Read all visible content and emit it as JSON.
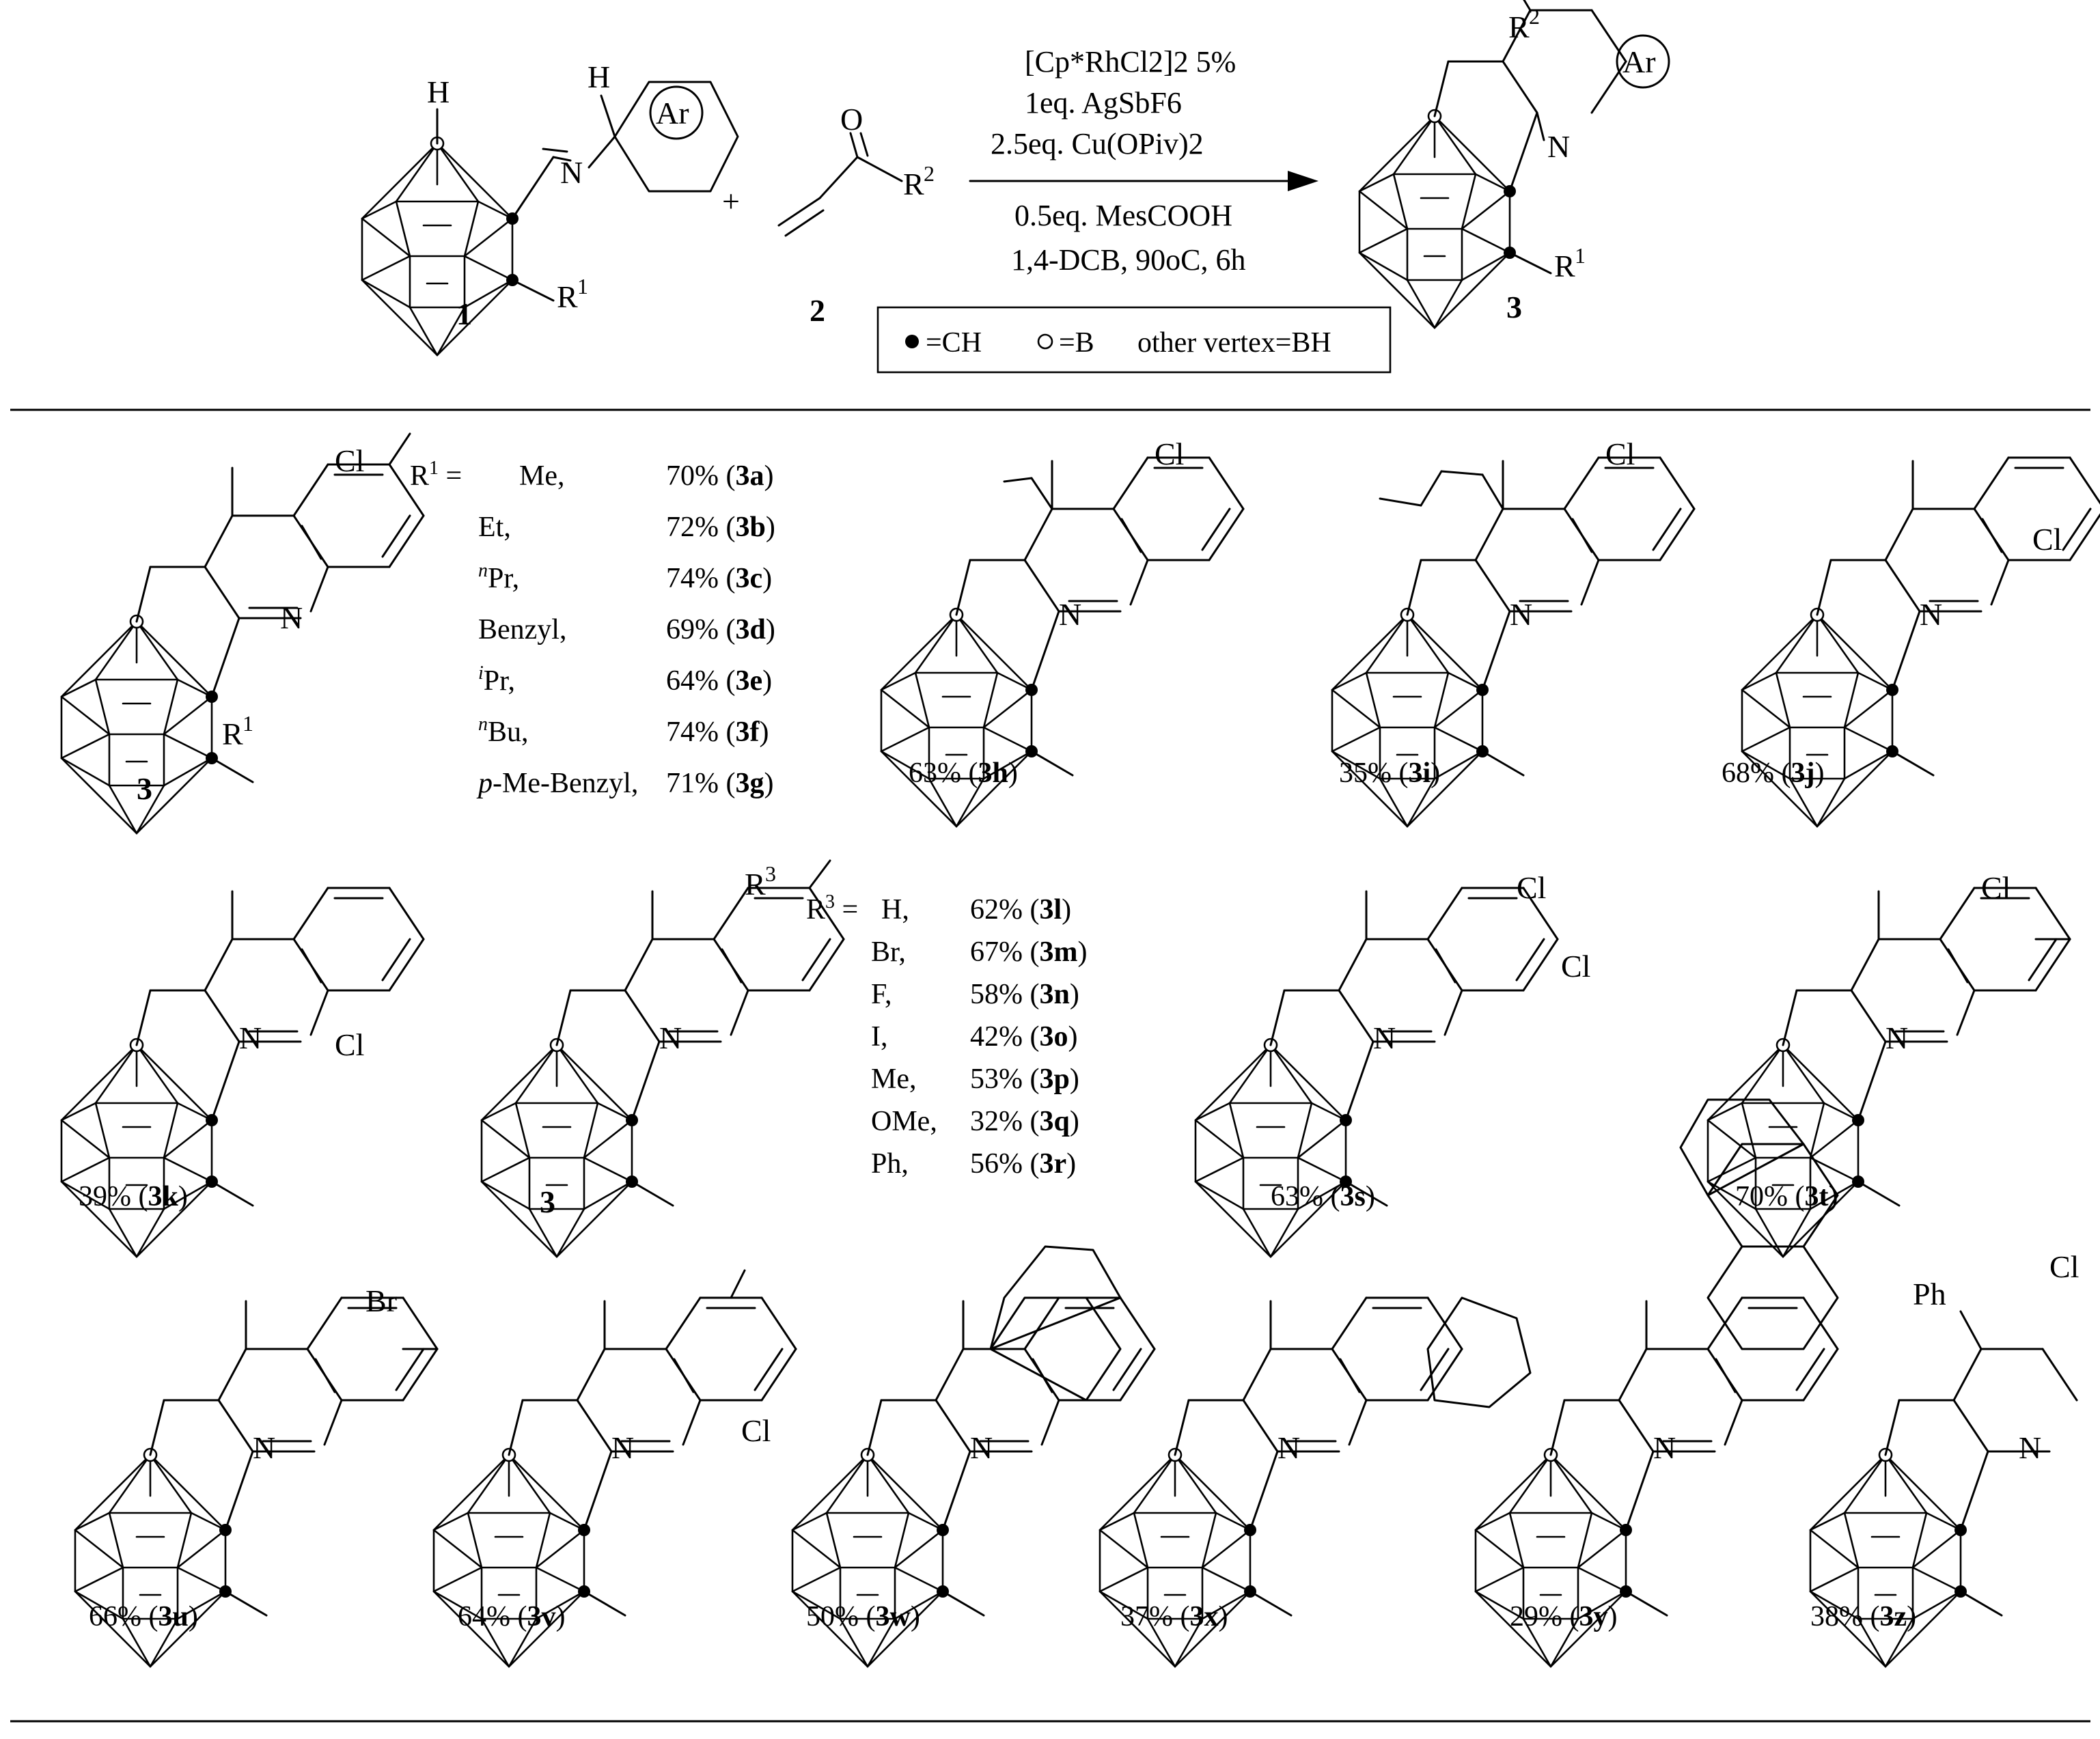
{
  "reaction": {
    "reactant1_label": "1",
    "reactant1_substituent": "R",
    "reactant1_substituent_sup": "1",
    "reactant1_H": "H",
    "reactant1_N": "N",
    "ring_label": "Ar",
    "plus": "+",
    "reactant2_label": "2",
    "reactant2_O": "O",
    "reactant2_substituent": "R",
    "reactant2_substituent_sup": "2",
    "conditions": [
      "[Cp*RhCl2]2 5%",
      "1eq. AgSbF6",
      "2.5eq. Cu(OPiv)2",
      "0.5eq. MesCOOH",
      "1,4-DCB, 90oC, 6h"
    ],
    "product_label": "3",
    "product_N": "N",
    "product_R1": "R",
    "product_R1_sup": "1",
    "product_R2": "R",
    "product_R2_sup": "2",
    "legend": {
      "ch": "=CH",
      "b": "=B",
      "other": "other vertex=BH"
    }
  },
  "r1_table": {
    "header": "R",
    "header_sup": "1",
    "header_eq": " = ",
    "rows": [
      {
        "group": "Me,",
        "yield": "70%",
        "cmpd": "3a"
      },
      {
        "group": "Et,",
        "yield": "72%",
        "cmpd": "3b"
      },
      {
        "group": "Pr,",
        "sup": "n",
        "yield": "74%",
        "cmpd": "3c"
      },
      {
        "group": "Benzyl,",
        "yield": "69%",
        "cmpd": "3d"
      },
      {
        "group": "Pr,",
        "sup": "i",
        "yield": "64%",
        "cmpd": "3e"
      },
      {
        "group": "Bu,",
        "sup": "n",
        "yield": "74%",
        "cmpd": "3f"
      },
      {
        "group": "-Me-Benzyl,",
        "prefix": "p",
        "yield": "71%",
        "cmpd": "3g"
      }
    ]
  },
  "r3_table": {
    "header": "R",
    "header_sup": "3",
    "header_eq": " = ",
    "rows": [
      {
        "group": "H,",
        "yield": "62%",
        "cmpd": "3l"
      },
      {
        "group": "Br,",
        "yield": "67%",
        "cmpd": "3m"
      },
      {
        "group": "F,",
        "yield": "58%",
        "cmpd": "3n"
      },
      {
        "group": "I,",
        "yield": "42%",
        "cmpd": "3o"
      },
      {
        "group": "Me,",
        "yield": "53%",
        "cmpd": "3p"
      },
      {
        "group": "OMe,",
        "yield": "32%",
        "cmpd": "3q"
      },
      {
        "group": "Ph,",
        "yield": "56%",
        "cmpd": "3r"
      }
    ]
  },
  "generic_labels": {
    "row1": "3",
    "row2": "3"
  },
  "substituent_text": {
    "Cl": "Cl",
    "Br": "Br",
    "Ph": "Ph",
    "N": "N",
    "R": "R",
    "sup1": "1",
    "sup3": "3"
  },
  "compounds": [
    {
      "id": "3h",
      "yield": "63%"
    },
    {
      "id": "3i",
      "yield": "35%"
    },
    {
      "id": "3j",
      "yield": "68%"
    },
    {
      "id": "3k",
      "yield": "39%"
    },
    {
      "id": "3s",
      "yield": "63%"
    },
    {
      "id": "3t",
      "yield": "70%"
    },
    {
      "id": "3u",
      "yield": "66%"
    },
    {
      "id": "3v",
      "yield": "64%"
    },
    {
      "id": "3w",
      "yield": "50%"
    },
    {
      "id": "3x",
      "yield": "37%"
    },
    {
      "id": "3y",
      "yield": "29%"
    },
    {
      "id": "3z",
      "yield": "38%"
    }
  ]
}
